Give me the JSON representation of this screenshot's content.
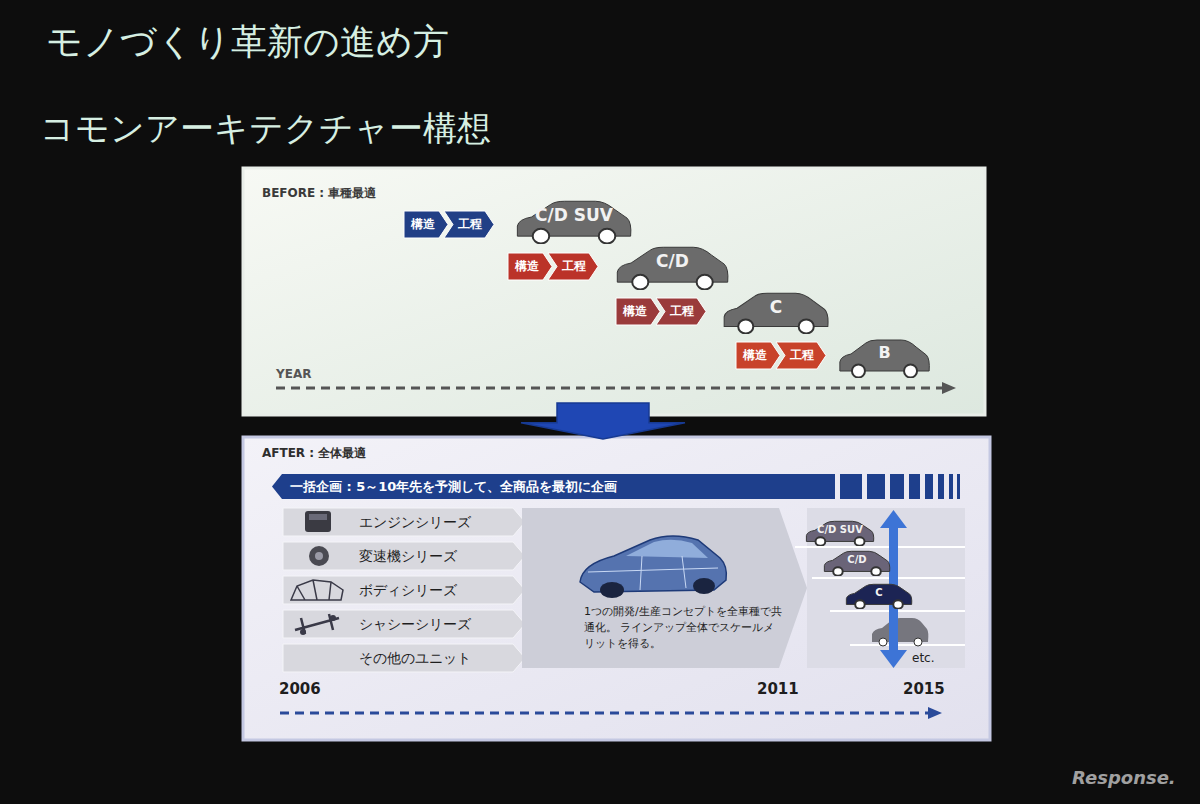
{
  "diagram": {
    "title": "モノづくり革新の進め方",
    "nodes": [
      {
        "text": [
          "BEFORE : 車種最適"
        ]
      },
      {
        "text": [
          "構造"
        ],
        "in": 0
      },
      {
        "text": [
          "工程"
        ],
        "in": 0
      },
      {
        "text": [
          "C/D SUV"
        ],
        "in": 0
      },
      {
        "text": [
          "構造"
        ],
        "in": 0
      },
      {
        "text": [
          "工程"
        ],
        "in": 0
      },
      {
        "text": [
          "C/D"
        ],
        "in": 0
      },
      {
        "text": [
          "構造"
        ],
        "in": 0
      },
      {
        "text": [
          "工程"
        ],
        "in": 0
      },
      {
        "text": [
          "C"
        ],
        "in": 0
      },
      {
        "text": [
          "構造"
        ],
        "in": 0
      },
      {
        "text": [
          "工程"
        ],
        "in": 0
      },
      {
        "text": [
          "B"
        ],
        "in": 0
      },
      {
        "text": [
          "AFTER : 全体最適"
        ]
      },
      {
        "text": [
          "一括企画 : 5～10年先を予測して、全商品を最初に企画"
        ],
        "in": 13
      },
      {
        "text": [
          "エンジンシリーズ"
        ],
        "in": 13
      },
      {
        "text": [
          "変速機シリーズ"
        ],
        "in": 13
      },
      {
        "text": [
          "ボディシリーズ"
        ],
        "in": 13
      },
      {
        "text": [
          "シャシーシリーズ"
        ],
        "in": 13
      },
      {
        "text": [
          "その他のユニット"
        ],
        "in": 13
      },
      {
        "text": [
          "1つの開発/生産コンセプトを全車種で共通化。 ラインアップ全体でスケールメリットを得る。"
        ],
        "in": 13
      },
      {
        "text": [
          "C/D SUV"
        ],
        "in": 13
      },
      {
        "text": [
          "C/D"
        ],
        "in": 13
      },
      {
        "text": [
          "C"
        ],
        "in": 13
      }
    ],
    "edges": [
      {
        "from": 0,
        "to": 13,
        "arrow": "to"
      }
    ],
    "labels": [
      "コモンアーキテクチャー構想",
      "YEAR",
      "2006",
      "2011",
      "2015",
      "etc.",
      "Response."
    ]
  }
}
